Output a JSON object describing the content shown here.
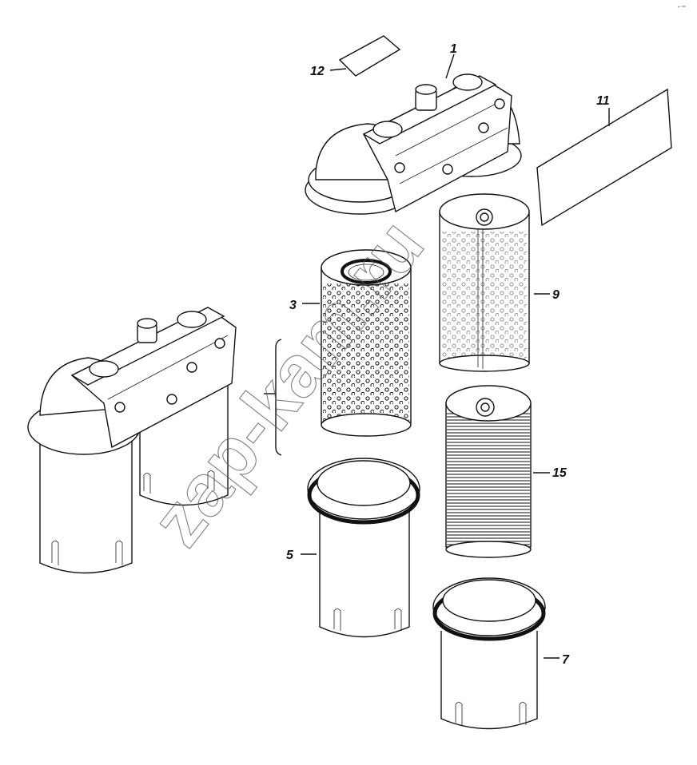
{
  "diagram": {
    "watermark": "zap-kam.ru",
    "corner_mark": "⌐ ═",
    "callouts": [
      {
        "id": "c1",
        "label": "1"
      },
      {
        "id": "c3",
        "label": "3"
      },
      {
        "id": "c5",
        "label": "5"
      },
      {
        "id": "c7",
        "label": "7"
      },
      {
        "id": "c9",
        "label": "9"
      },
      {
        "id": "c11",
        "label": "11"
      },
      {
        "id": "c12",
        "label": "12"
      },
      {
        "id": "c15",
        "label": "15"
      }
    ]
  }
}
